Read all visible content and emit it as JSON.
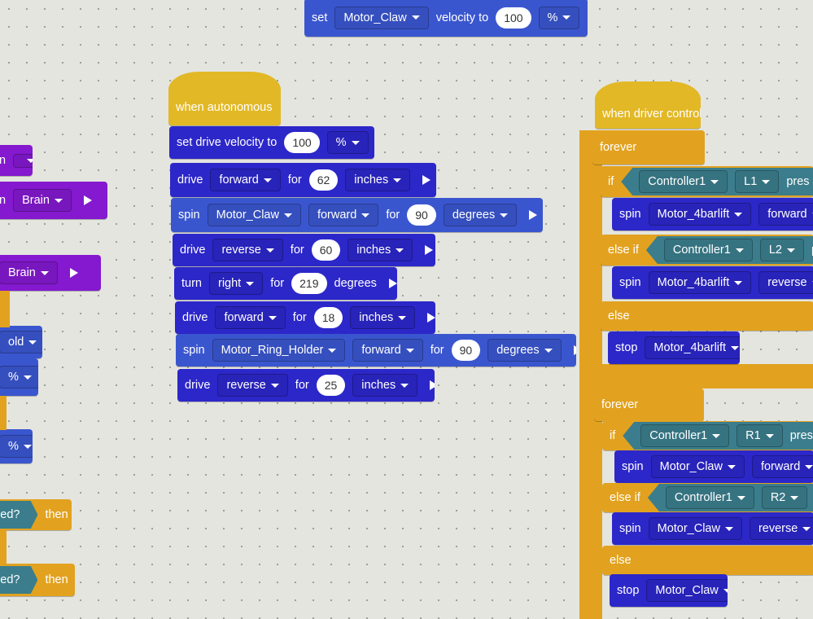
{
  "colors": {
    "drivetrain": "#2c27c9",
    "motion": "#3a56cf",
    "events": "#e2b826",
    "control": "#e2a21f",
    "sensing": "#3b7d8c",
    "looks": "#8419cf",
    "canvas": "#e4e5df"
  },
  "top_block": [
    {
      "t": "text",
      "v": "set"
    },
    {
      "t": "dd",
      "v": "Motor_Claw"
    },
    {
      "t": "text",
      "v": "velocity to"
    },
    {
      "t": "num",
      "v": "100"
    },
    {
      "t": "dd",
      "v": "%"
    }
  ],
  "autonomous": {
    "hat": [
      {
        "t": "text",
        "v": "when autonomous"
      }
    ],
    "blocks": [
      [
        {
          "t": "text",
          "v": "set drive velocity to"
        },
        {
          "t": "num",
          "v": "100"
        },
        {
          "t": "dd",
          "v": "%"
        }
      ],
      [
        {
          "t": "text",
          "v": "drive"
        },
        {
          "t": "dd",
          "v": "forward"
        },
        {
          "t": "text",
          "v": "for"
        },
        {
          "t": "num",
          "v": "62"
        },
        {
          "t": "dd",
          "v": "inches"
        },
        {
          "t": "run",
          "v": "run-icon"
        }
      ],
      [
        {
          "t": "text",
          "v": "spin"
        },
        {
          "t": "dd",
          "v": "Motor_Claw"
        },
        {
          "t": "dd",
          "v": "forward"
        },
        {
          "t": "text",
          "v": "for"
        },
        {
          "t": "num",
          "v": "90"
        },
        {
          "t": "dd",
          "v": "degrees"
        },
        {
          "t": "run",
          "v": "run-icon"
        }
      ],
      [
        {
          "t": "text",
          "v": "drive"
        },
        {
          "t": "dd",
          "v": "reverse"
        },
        {
          "t": "text",
          "v": "for"
        },
        {
          "t": "num",
          "v": "60"
        },
        {
          "t": "dd",
          "v": "inches"
        },
        {
          "t": "run",
          "v": "run-icon"
        }
      ],
      [
        {
          "t": "text",
          "v": "turn"
        },
        {
          "t": "dd",
          "v": "right"
        },
        {
          "t": "text",
          "v": "for"
        },
        {
          "t": "num",
          "v": "219"
        },
        {
          "t": "text",
          "v": "degrees"
        },
        {
          "t": "run",
          "v": "run-icon"
        }
      ],
      [
        {
          "t": "text",
          "v": "drive"
        },
        {
          "t": "dd",
          "v": "forward"
        },
        {
          "t": "text",
          "v": "for"
        },
        {
          "t": "num",
          "v": "18"
        },
        {
          "t": "dd",
          "v": "inches"
        },
        {
          "t": "run",
          "v": "run-icon"
        }
      ],
      [
        {
          "t": "text",
          "v": "spin"
        },
        {
          "t": "dd",
          "v": "Motor_Ring_Holder"
        },
        {
          "t": "dd",
          "v": "forward"
        },
        {
          "t": "text",
          "v": "for"
        },
        {
          "t": "num",
          "v": "90"
        },
        {
          "t": "dd",
          "v": "degrees"
        },
        {
          "t": "run",
          "v": "run-icon"
        }
      ],
      [
        {
          "t": "text",
          "v": "drive"
        },
        {
          "t": "dd",
          "v": "reverse"
        },
        {
          "t": "text",
          "v": "for"
        },
        {
          "t": "num",
          "v": "25"
        },
        {
          "t": "dd",
          "v": "inches"
        },
        {
          "t": "run",
          "v": "run-icon"
        }
      ]
    ]
  },
  "driver": {
    "rows": [
      [
        {
          "t": "text",
          "v": "when driver control"
        }
      ],
      [
        {
          "t": "text",
          "v": "forever"
        }
      ],
      [
        {
          "t": "text",
          "v": "if"
        },
        {
          "t": "bool",
          "v": [
            {
              "t": "dd",
              "v": "Controller1"
            },
            {
              "t": "dd",
              "v": "L1"
            },
            {
              "t": "text",
              "v": "pres"
            }
          ]
        }
      ],
      [
        {
          "t": "text",
          "v": "spin"
        },
        {
          "t": "dd",
          "v": "Motor_4barlift"
        },
        {
          "t": "dd",
          "v": "forward"
        }
      ],
      [
        {
          "t": "text",
          "v": "else if"
        },
        {
          "t": "bool",
          "v": [
            {
              "t": "dd",
              "v": "Controller1"
            },
            {
              "t": "dd",
              "v": "L2"
            },
            {
              "t": "text",
              "v": "press"
            }
          ]
        }
      ],
      [
        {
          "t": "text",
          "v": "spin"
        },
        {
          "t": "dd",
          "v": "Motor_4barlift"
        },
        {
          "t": "dd",
          "v": "reverse"
        }
      ],
      [
        {
          "t": "text",
          "v": "else"
        }
      ],
      [
        {
          "t": "text",
          "v": "stop"
        },
        {
          "t": "dd",
          "v": "Motor_4barlift"
        }
      ],
      [
        {
          "t": "text",
          "v": "forever"
        }
      ],
      [
        {
          "t": "text",
          "v": "if"
        },
        {
          "t": "bool",
          "v": [
            {
              "t": "dd",
              "v": "Controller1"
            },
            {
              "t": "dd",
              "v": "R1"
            },
            {
              "t": "text",
              "v": "press"
            }
          ]
        }
      ],
      [
        {
          "t": "text",
          "v": "spin"
        },
        {
          "t": "dd",
          "v": "Motor_Claw"
        },
        {
          "t": "dd",
          "v": "forward"
        }
      ],
      [
        {
          "t": "text",
          "v": "else if"
        },
        {
          "t": "bool",
          "v": [
            {
              "t": "dd",
              "v": "Controller1"
            },
            {
              "t": "dd",
              "v": "R2"
            },
            {
              "t": "text",
              "v": "presse"
            }
          ]
        }
      ],
      [
        {
          "t": "text",
          "v": "spin"
        },
        {
          "t": "dd",
          "v": "Motor_Claw"
        },
        {
          "t": "dd",
          "v": "reverse"
        }
      ],
      [
        {
          "t": "text",
          "v": "else"
        }
      ],
      [
        {
          "t": "text",
          "v": "stop"
        },
        {
          "t": "dd",
          "v": "Motor_Claw"
        }
      ]
    ]
  },
  "left_partial": [
    [
      {
        "t": "text",
        "v": "n"
      },
      {
        "t": "ddonly",
        "v": ""
      }
    ],
    [
      {
        "t": "text",
        "v": "n"
      },
      {
        "t": "dd",
        "v": "Brain"
      },
      {
        "t": "run",
        "v": "run-icon"
      }
    ],
    [
      {
        "t": "dd",
        "v": "Brain"
      },
      {
        "t": "run",
        "v": "run-icon"
      }
    ],
    [
      {
        "t": "dd",
        "v": "old"
      }
    ],
    [
      {
        "t": "dd",
        "v": "%"
      }
    ],
    [
      {
        "t": "dd",
        "v": "%"
      }
    ],
    [
      {
        "t": "boolend",
        "v": "sed?"
      },
      {
        "t": "text",
        "v": "then"
      }
    ],
    [
      {
        "t": "boolend",
        "v": "sed?"
      },
      {
        "t": "text",
        "v": "then"
      }
    ]
  ]
}
